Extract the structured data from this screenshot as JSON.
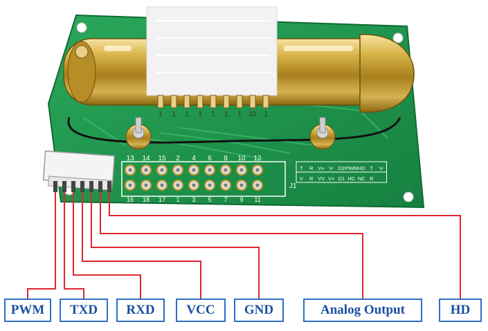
{
  "colors": {
    "pcb": "#1f9a4e",
    "pcb_dark": "#157a3a",
    "gold": "#c9a227",
    "wire": "#e0262b",
    "label_border": "#2e6fc0",
    "label_text": "#1a4fa0"
  },
  "board": {
    "connector_pin_numbers": [
      "13",
      "14",
      "15",
      "2",
      "4",
      "6",
      "8",
      "10",
      "12"
    ],
    "connector_bottom_numbers": [
      "16",
      "18",
      "17",
      "1",
      "3",
      "5",
      "7",
      "9",
      "11"
    ],
    "header_name": "J1",
    "silk_row1": [
      "T",
      "R",
      "V+",
      "V-",
      "D2",
      "PWM",
      "HD",
      "T",
      "V-"
    ],
    "silk_row2": [
      "V",
      "R",
      "VV",
      "V+",
      "D1",
      "HC",
      "NC",
      "R"
    ],
    "chip_marks": [
      "1",
      "1",
      "1",
      "1",
      "1",
      "1",
      "1",
      "10",
      "1"
    ]
  },
  "pins": [
    {
      "id": "pwm",
      "label": "PWM"
    },
    {
      "id": "txd",
      "label": "TXD"
    },
    {
      "id": "rxd",
      "label": "RXD"
    },
    {
      "id": "vcc",
      "label": "VCC"
    },
    {
      "id": "gnd",
      "label": "GND"
    },
    {
      "id": "analog",
      "label": "Analog Output"
    },
    {
      "id": "hd",
      "label": "HD"
    }
  ]
}
